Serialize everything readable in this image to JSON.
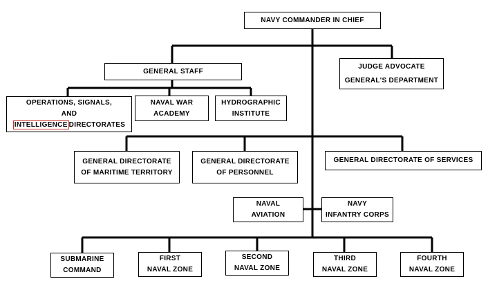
{
  "diagram": {
    "nodes": {
      "navy_commander": [
        "NAVY COMMANDER IN CHIEF"
      ],
      "general_staff": [
        "GENERAL STAFF"
      ],
      "judge_advocate": [
        "JUDGE ADVOCATE",
        "GENERAL'S DEPARTMENT"
      ],
      "operations": [
        "OPERATIONS, SIGNALS,",
        "AND",
        "DIRECTORATES"
      ],
      "operations_highlight": "INTELLIGENCE",
      "naval_war_academy": [
        "NAVAL WAR",
        "ACADEMY"
      ],
      "hydrographic": [
        "HYDROGRAPHIC",
        "INSTITUTE"
      ],
      "maritime_territory": [
        "GENERAL DIRECTORATE",
        "OF MARITIME TERRITORY"
      ],
      "personnel": [
        "GENERAL DIRECTORATE",
        "OF PERSONNEL"
      ],
      "services": [
        "GENERAL DIRECTORATE OF SERVICES"
      ],
      "naval_aviation": [
        "NAVAL",
        "AVIATION"
      ],
      "infantry_corps": [
        "NAVY",
        "INFANTRY CORPS"
      ],
      "submarine": [
        "SUBMARINE",
        "COMMAND"
      ],
      "first_zone": [
        "FIRST",
        "NAVAL ZONE"
      ],
      "second_zone": [
        "SECOND",
        "NAVAL ZONE"
      ],
      "third_zone": [
        "THIRD",
        "NAVAL ZONE"
      ],
      "fourth_zone": [
        "FOURTH",
        "NAVAL ZONE"
      ]
    },
    "colors": {
      "line": "#000000",
      "box_border": "#000000",
      "highlight": "#d0302a"
    }
  }
}
